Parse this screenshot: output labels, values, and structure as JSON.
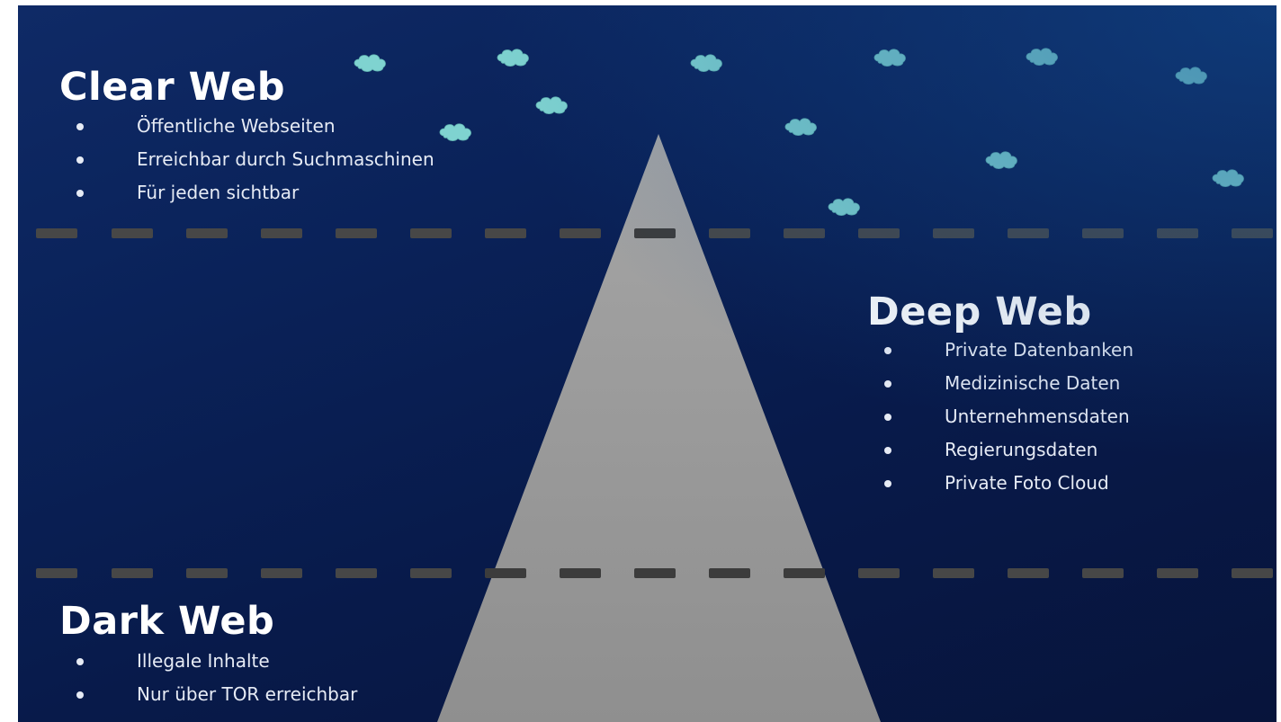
{
  "clear_web": {
    "title": "Clear Web",
    "items": [
      "Öffentliche Webseiten",
      "Erreichbar durch Suchmaschinen",
      "Für jeden sichtbar"
    ]
  },
  "deep_web": {
    "title": "Deep Web",
    "items": [
      "Private Datenbanken",
      "Medizinische Daten",
      "Unternehmensdaten",
      "Regierungsdaten",
      "Private Foto Cloud"
    ]
  },
  "dark_web": {
    "title": "Dark Web",
    "items": [
      "Illegale Inhalte",
      "Nur über TOR erreichbar"
    ]
  },
  "colors": {
    "background": "#0a2259",
    "mountain": "#9a9a9a",
    "divider": "#4a4a4a",
    "cloud": "#7fd3d0",
    "text": "#ffffff"
  },
  "decorations": {
    "mountain": "triangle",
    "divider_style": "dashed",
    "cloud_icon": "cloud-icon"
  }
}
